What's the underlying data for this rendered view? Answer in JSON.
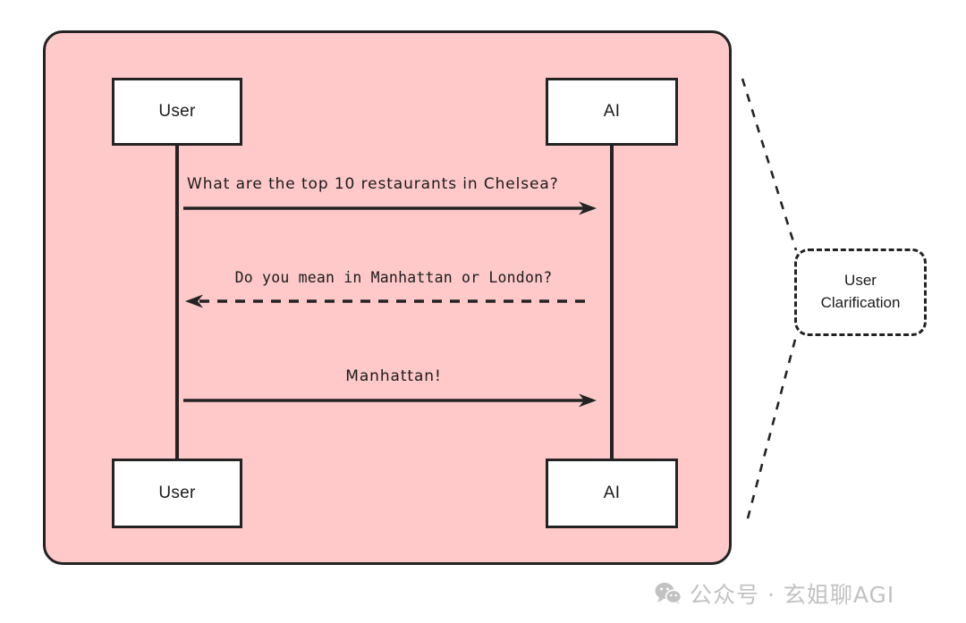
{
  "diagram": {
    "type": "sequence-diagram",
    "container_color": "#FFC9C9",
    "stroke_color": "#232323",
    "participants": [
      {
        "id": "user",
        "label": "User"
      },
      {
        "id": "ai",
        "label": "AI"
      }
    ],
    "participants_bottom": [
      {
        "id": "user",
        "label": "User"
      },
      {
        "id": "ai",
        "label": "AI"
      }
    ],
    "messages": [
      {
        "text": "What are the top 10 restaurants in Chelsea?",
        "from": "user",
        "to": "ai",
        "direction": "right",
        "line_style": "solid",
        "align": "left"
      },
      {
        "text": "Do you mean in Manhattan or London?",
        "from": "ai",
        "to": "user",
        "direction": "left",
        "line_style": "dashed",
        "align": "center"
      },
      {
        "text": "Manhattan!",
        "from": "user",
        "to": "ai",
        "direction": "right",
        "line_style": "solid",
        "align": "center"
      }
    ],
    "annotation": {
      "line1": "User",
      "line2": "Clarification",
      "border_style": "dashed"
    }
  },
  "watermark": {
    "icon": "wechat-icon",
    "text": "公众号 · 玄姐聊AGI",
    "color": "#c2c2c2"
  }
}
